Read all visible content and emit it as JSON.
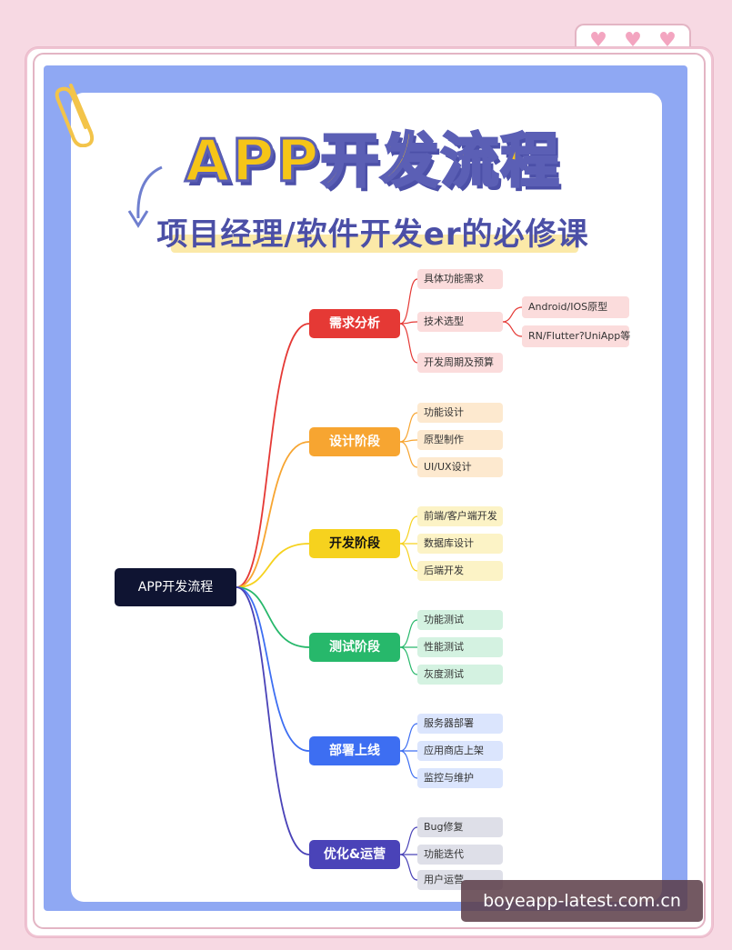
{
  "title": "APP开发流程",
  "subtitle": "项目经理/软件开发er的必修课",
  "root": "APP开发流程",
  "branches": [
    {
      "label": "需求分析",
      "color": "#e53935",
      "light": "#fbdcdc",
      "text": "#ffffff",
      "items": [
        "具体功能需求",
        "技术选型",
        "开发周期及预算"
      ]
    },
    {
      "label": "设计阶段",
      "color": "#f7a531",
      "light": "#fde9cf",
      "text": "#ffffff",
      "items": [
        "功能设计",
        "原型制作",
        "UI/UX设计"
      ]
    },
    {
      "label": "开发阶段",
      "color": "#f6d21e",
      "light": "#fcf3c6",
      "text": "#111111",
      "items": [
        "前端/客户端开发",
        "数据库设计",
        "后端开发"
      ]
    },
    {
      "label": "测试阶段",
      "color": "#27b86b",
      "light": "#d4f2e1",
      "text": "#ffffff",
      "items": [
        "功能测试",
        "性能测试",
        "灰度测试"
      ]
    },
    {
      "label": "部署上线",
      "color": "#3d6ef2",
      "light": "#dbe5fd",
      "text": "#ffffff",
      "items": [
        "服务器部署",
        "应用商店上架",
        "监控与维护"
      ]
    },
    {
      "label": "优化&运营",
      "color": "#4a43b8",
      "light": "#dedfe8",
      "text": "#ffffff",
      "items": [
        "Bug修复",
        "功能迭代",
        "用户运营"
      ]
    }
  ],
  "tech_options": [
    "Android/IOS原型",
    "RN/Flutter?UniApp等"
  ],
  "watermark": "boyeapp-latest.com.cn",
  "colors": {
    "background": "#f7d9e3",
    "panel": "#8fa8f3",
    "title": "#f5c518",
    "title_outline": "#5b5fb5",
    "subtitle": "#4b4fa6"
  }
}
